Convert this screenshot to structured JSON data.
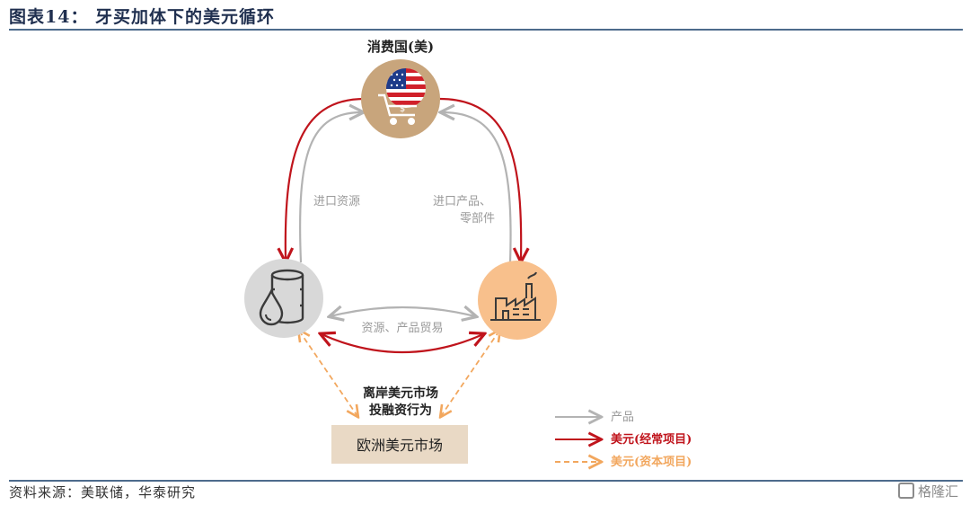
{
  "header": {
    "title": "图表14： 牙买加体下的美元循环"
  },
  "footer": {
    "source": "资料来源：美联储，华泰研究",
    "watermark": "格隆汇"
  },
  "nodes": {
    "consumer": {
      "label": "消费国(美)"
    },
    "resource": {
      "label": ""
    },
    "producer": {
      "label": ""
    },
    "euro_market": {
      "label": "欧洲美元市场"
    }
  },
  "flows": {
    "import_resources": "进口资源",
    "import_products_line1": "进口产品、",
    "import_products_line2": "零部件",
    "trade": "资源、产品贸易",
    "offshore_line1": "离岸美元市场",
    "offshore_line2": "投融资行为"
  },
  "legend": {
    "items": [
      {
        "label": "产品",
        "color": "#b3b3b3",
        "style": "solid"
      },
      {
        "label": "美元(经常项目)",
        "color": "#c0141c",
        "style": "solid"
      },
      {
        "label": "美元(资本项目)",
        "color": "#f2a75e",
        "style": "dashed"
      }
    ]
  },
  "colors": {
    "product_arrow": "#b3b3b3",
    "current_account": "#c0141c",
    "capital_account": "#f2a75e",
    "consumer_circle": "#c8a57c",
    "resource_circle": "#d8d8d8",
    "producer_circle": "#f8c08c",
    "euro_box": "#e9d9c5"
  }
}
